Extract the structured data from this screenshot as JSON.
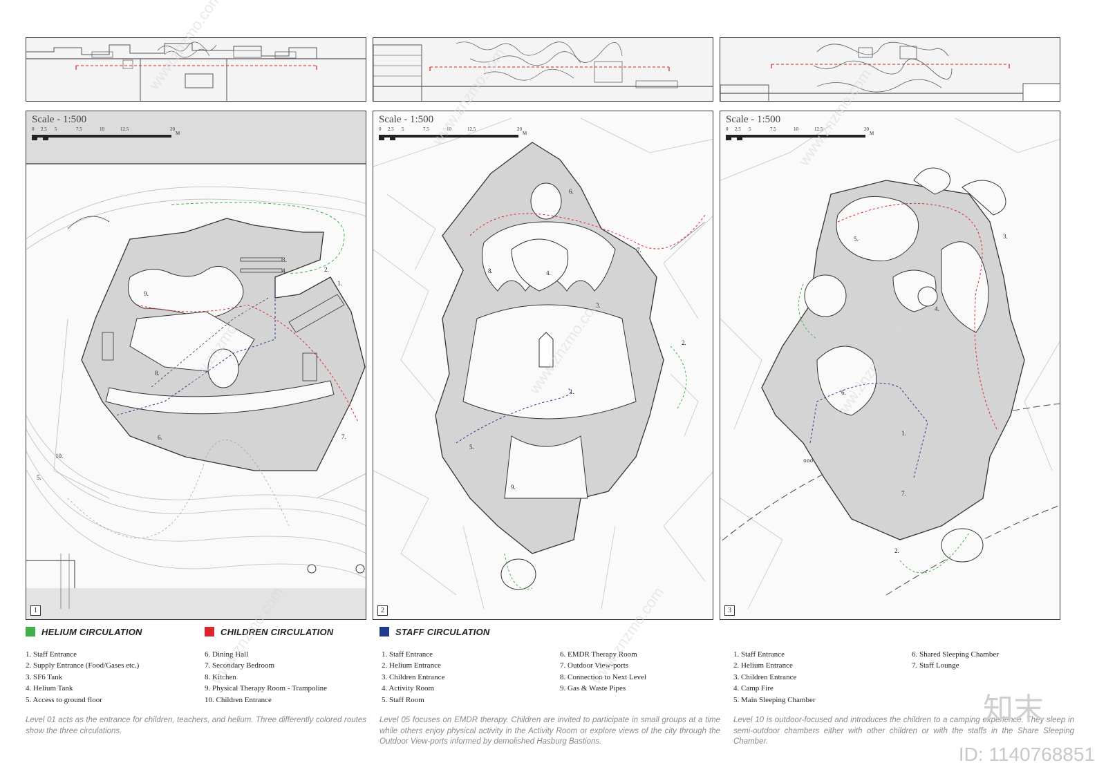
{
  "panels": [
    {
      "num": "1",
      "scale": "Scale - 1:500",
      "ticks": [
        "0",
        "2.5",
        "5",
        "7.5",
        "10",
        "12.5",
        "20",
        "M"
      ]
    },
    {
      "num": "2",
      "scale": "Scale - 1:500",
      "ticks": [
        "0",
        "2.5",
        "5",
        "7.5",
        "10",
        "12.5",
        "20",
        "M"
      ]
    },
    {
      "num": "3",
      "scale": "Scale - 1:500",
      "ticks": [
        "0",
        "2.5",
        "5",
        "7.5",
        "10",
        "12.5",
        "20",
        "M"
      ]
    }
  ],
  "plan_labels": {
    "p1": [
      "1.",
      "2.",
      "3.",
      "4.",
      "5.",
      "6.",
      "7.",
      "8.",
      "9.",
      "10."
    ],
    "p2": [
      "1.",
      "2.",
      "3.",
      "4.",
      "5.",
      "6.",
      "7.",
      "8.",
      "9."
    ],
    "p3": [
      "1.",
      "2.",
      "3.",
      "4.",
      "5.",
      "6.",
      "7."
    ]
  },
  "legend": {
    "helium": {
      "label": "HELIUM CIRCULATION",
      "color": "#3fae49"
    },
    "children": {
      "label": "CHILDREN CIRCULATION",
      "color": "#d9252b"
    },
    "staff": {
      "label": "STAFF CIRCULATION",
      "color": "#1f3a8a"
    }
  },
  "level1": {
    "list_a": [
      "1. Staff Entrance",
      "2. Supply Entrance (Food/Gases etc.)",
      "3. SF6 Tank",
      "4. Helium Tank",
      "5. Access to ground floor"
    ],
    "list_b": [
      "6. Dining Hall",
      "7. Secondary Bedroom",
      "8. Kitchen",
      "9. Physical Therapy Room - Trampoline",
      "10. Children Entrance"
    ],
    "desc": "Level 01 acts as the entrance for children, teachers, and helium. Three differently colored routes show the three circulations."
  },
  "level5": {
    "list_a": [
      "1. Staff Entrance",
      "2. Helium Entrance",
      "3. Children Entrance",
      "4. Activity Room",
      "5. Staff Room"
    ],
    "list_b": [
      "6. EMDR Therapy Room",
      "7. Outdoor View-ports",
      "8. Connection to Next Level",
      "9. Gas & Waste Pipes"
    ],
    "desc": "Level 05 focuses on EMDR therapy. Children are invited to participate in small groups at a time while others enjoy physical activity in the Activity Room or explore views of the city through the Outdoor View-ports informed by demolished Hasburg Bastions."
  },
  "level10": {
    "list_a": [
      "1. Staff Entrance",
      "2. Helium Entrance",
      "3. Children Entrance",
      "4. Camp Fire",
      "5. Main Sleeping Chamber"
    ],
    "list_b": [
      "6. Shared Sleeping Chamber",
      "7. Staff Lounge"
    ],
    "desc": "Level 10 is outdoor-focused and introduces the children to a camping experience. They sleep in semi-outdoor chambers either with other children or with the staffs in the Share Sleeping Chamber."
  },
  "watermark": {
    "logo": "知末",
    "id": "ID: 1140768851",
    "site": "www.znzmo.com"
  }
}
